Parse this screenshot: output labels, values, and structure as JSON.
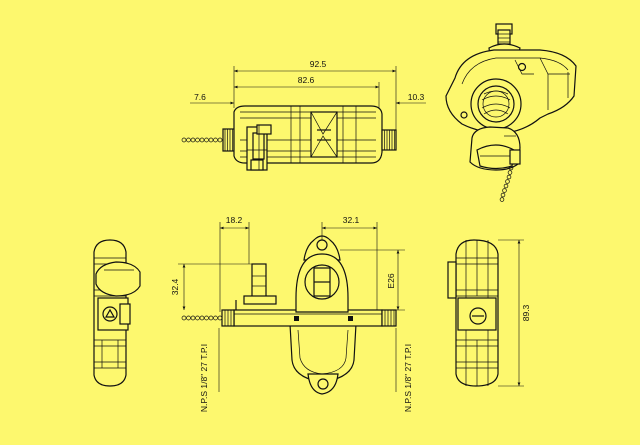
{
  "drawing": {
    "background": "#fdf86e",
    "line_color": "#111111",
    "dimensions": {
      "total_length": "92.5",
      "body_length": "82.6",
      "left_thread": "7.6",
      "right_thread": "10.3",
      "lever_width": "18.2",
      "center_offset": "32.1",
      "lever_height": "32.4",
      "ear_height": "E26",
      "overall_height": "89.3"
    },
    "notes": {
      "left_thread_spec": "N.P.S 1/8\" 27 T.P.I",
      "right_thread_spec": "N.P.S 1/8\" 27 T.P.I"
    }
  }
}
